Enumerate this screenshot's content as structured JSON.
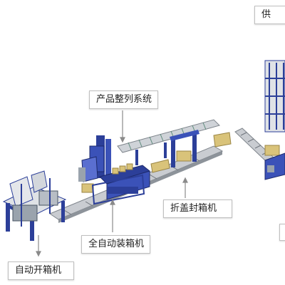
{
  "labels": {
    "product_alignment": "产品整列系统",
    "fold_seal": "折盖封箱机",
    "auto_pack": "全自动装箱机",
    "auto_open": "自动开箱机",
    "supply_partial": "供"
  },
  "colors": {
    "frame_blue": "#2c3f99",
    "steel": "#9aa3ad",
    "carton": "#d9c37a",
    "arrow": "#8a8a8a",
    "box_border": "#bfbfbf"
  }
}
